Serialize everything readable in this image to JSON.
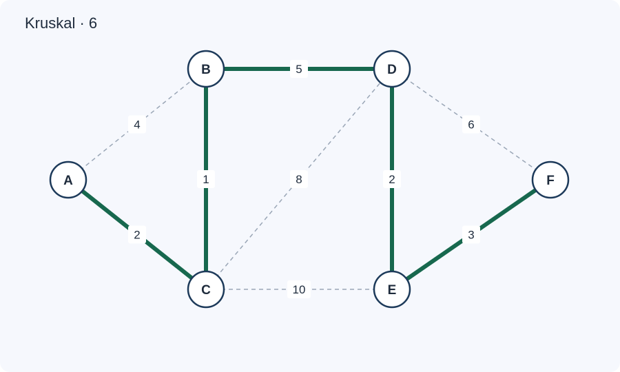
{
  "title": "Kruskal · 6",
  "colors": {
    "mst_edge": "#17684e",
    "other_edge": "#9aa6b6",
    "node_stroke": "#1d3a5a"
  },
  "nodes": [
    {
      "id": "A",
      "label": "A"
    },
    {
      "id": "B",
      "label": "B"
    },
    {
      "id": "C",
      "label": "C"
    },
    {
      "id": "D",
      "label": "D"
    },
    {
      "id": "E",
      "label": "E"
    },
    {
      "id": "F",
      "label": "F"
    }
  ],
  "edges": [
    {
      "from": "A",
      "to": "B",
      "weight": "4",
      "in_mst": false
    },
    {
      "from": "A",
      "to": "C",
      "weight": "2",
      "in_mst": true
    },
    {
      "from": "B",
      "to": "C",
      "weight": "1",
      "in_mst": true
    },
    {
      "from": "B",
      "to": "D",
      "weight": "5",
      "in_mst": true
    },
    {
      "from": "C",
      "to": "D",
      "weight": "8",
      "in_mst": false
    },
    {
      "from": "C",
      "to": "E",
      "weight": "10",
      "in_mst": false
    },
    {
      "from": "D",
      "to": "E",
      "weight": "2",
      "in_mst": true
    },
    {
      "from": "D",
      "to": "F",
      "weight": "6",
      "in_mst": false
    },
    {
      "from": "E",
      "to": "F",
      "weight": "3",
      "in_mst": true
    }
  ]
}
